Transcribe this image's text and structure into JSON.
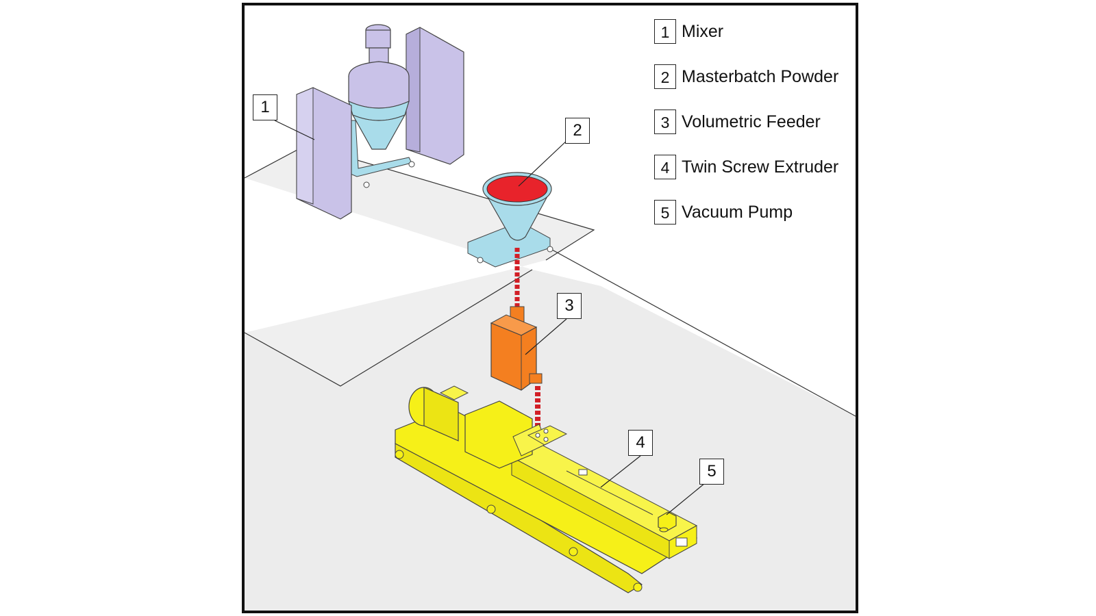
{
  "legend": [
    {
      "number": "1",
      "label": "Mixer"
    },
    {
      "number": "2",
      "label": "Masterbatch Powder"
    },
    {
      "number": "3",
      "label": "Volumetric Feeder"
    },
    {
      "number": "4",
      "label": "Twin Screw Extruder"
    },
    {
      "number": "5",
      "label": "Vacuum Pump"
    }
  ],
  "callouts": {
    "mixer": "1",
    "powder": "2",
    "feeder": "3",
    "extruder": "4",
    "vacuum": "5"
  },
  "colors": {
    "mixer": "#c9c2e8",
    "hopper": "#a9dcea",
    "powder": "#e8232b",
    "feeder": "#f47f20",
    "extruder": "#f6f018",
    "floor": "#efefef",
    "flow": "#d21f26"
  }
}
